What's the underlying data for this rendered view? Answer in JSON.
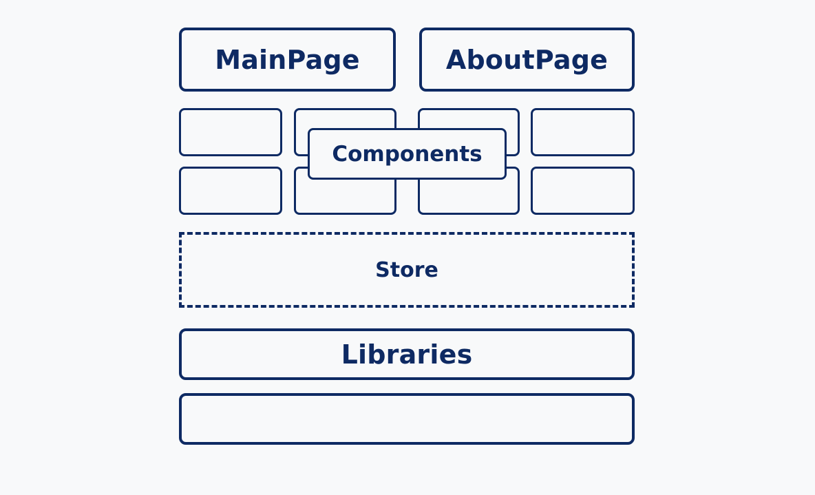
{
  "diagram": {
    "pages": {
      "main_label": "MainPage",
      "about_label": "AboutPage"
    },
    "components": {
      "label": "Components"
    },
    "store": {
      "label": "Store"
    },
    "libraries": {
      "label": "Libraries"
    },
    "colors": {
      "stroke": "#0e2a63",
      "background": "#f8f9fa"
    }
  }
}
